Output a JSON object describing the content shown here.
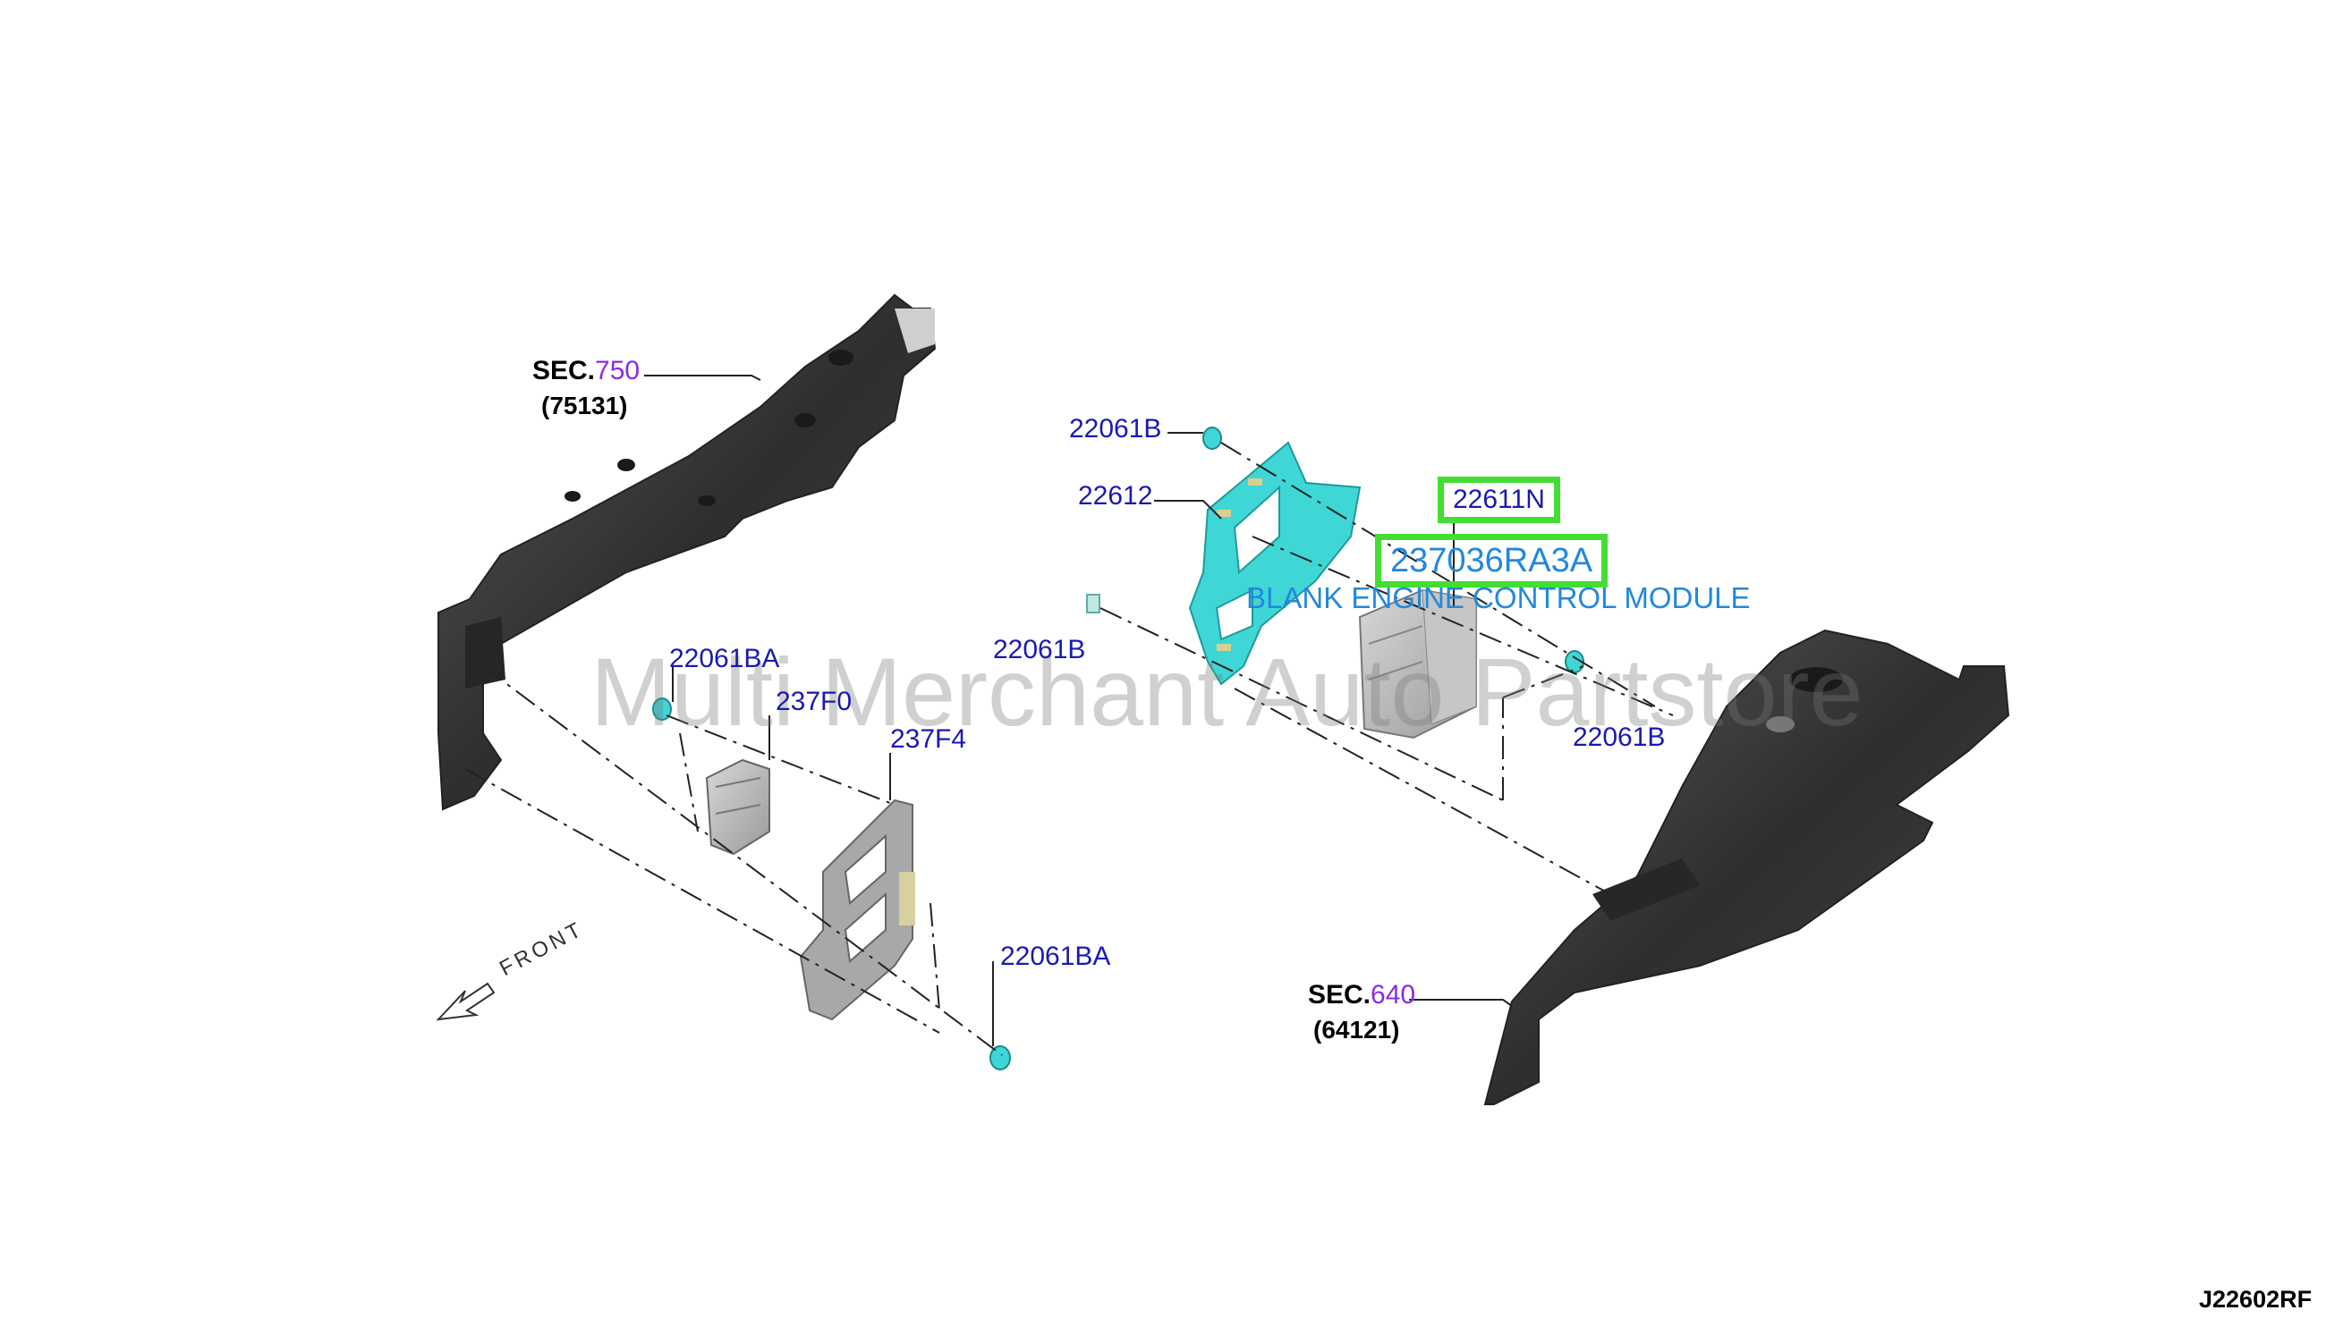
{
  "watermark": "Multi Merchant Auto Partstore",
  "diagram_code": "J22602RF",
  "front_label": "FRONT",
  "sections": {
    "sec750": {
      "prefix": "SEC.",
      "number": "750",
      "part": "(75131)"
    },
    "sec640": {
      "prefix": "SEC.",
      "number": "640",
      "part": "(64121)"
    }
  },
  "parts": {
    "p22061B_top": "22061B",
    "p22612": "22612",
    "p22611N": "22611N",
    "p237036RA3A": "237036RA3A",
    "description": "BLANK ENGINE CONTROL MODULE",
    "p22061B_left": "22061B",
    "p22061B_right": "22061B",
    "p22061BA_top": "22061BA",
    "p237F0": "237F0",
    "p237F4": "237F4",
    "p22061BA_bottom": "22061BA"
  },
  "colors": {
    "part_label": "#1a1ab0",
    "section_number": "#8a2be2",
    "highlight_box": "#44dd33",
    "description": "#2288dd",
    "bracket_cyan": "#3fd6d6",
    "panel_dark": "#3a3a3a"
  }
}
